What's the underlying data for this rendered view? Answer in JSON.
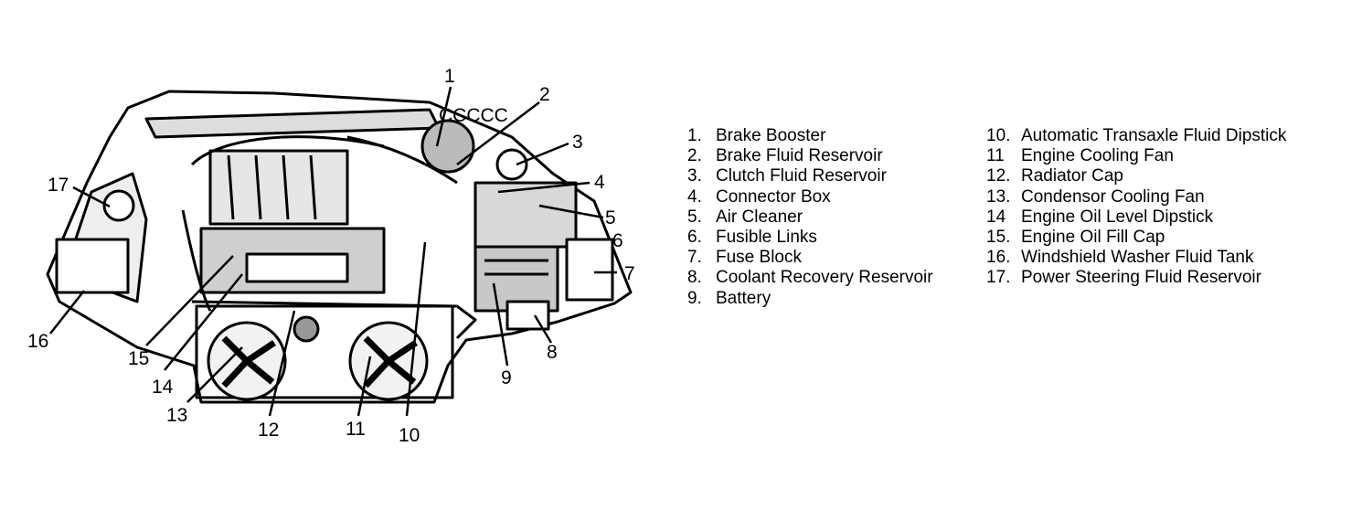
{
  "callout_numbers": [
    "1",
    "2",
    "3",
    "4",
    "5",
    "6",
    "7",
    "8",
    "9",
    "10",
    "11",
    "12",
    "13",
    "14",
    "15",
    "16",
    "17"
  ],
  "legend_left": [
    {
      "num": "1.",
      "label": "Brake Booster"
    },
    {
      "num": "2.",
      "label": "Brake Fluid Reservoir"
    },
    {
      "num": "3.",
      "label": "Clutch Fluid Reservoir"
    },
    {
      "num": "4.",
      "label": "Connector Box"
    },
    {
      "num": "5.",
      "label": "Air Cleaner"
    },
    {
      "num": "6.",
      "label": "Fusible Links"
    },
    {
      "num": "7.",
      "label": "Fuse Block"
    },
    {
      "num": "8.",
      "label": "Coolant Recovery Reservoir"
    },
    {
      "num": "9.",
      "label": "Battery"
    }
  ],
  "legend_right": [
    {
      "num": "10.",
      "label": "Automatic Transaxle Fluid Dipstick"
    },
    {
      "num": "11",
      "label": "Engine Cooling Fan"
    },
    {
      "num": "12.",
      "label": "Radiator Cap"
    },
    {
      "num": "13.",
      "label": "Condensor Cooling Fan"
    },
    {
      "num": "14",
      "label": "Engine Oil Level Dipstick"
    },
    {
      "num": "15.",
      "label": "Engine Oil Fill Cap"
    },
    {
      "num": "16.",
      "label": "Windshield Washer Fluid Tank"
    },
    {
      "num": "17.",
      "label": "Power Steering Fluid Reservoir"
    }
  ],
  "firewall_marks": "CCCCC"
}
